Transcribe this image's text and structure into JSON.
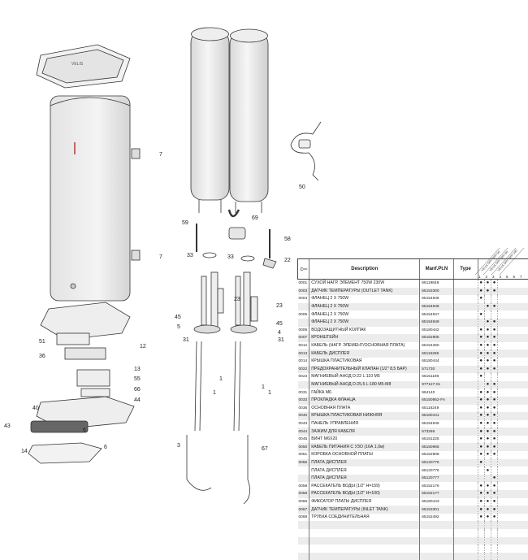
{
  "table": {
    "headers": {
      "key_icon": "key-icon",
      "description": "Description",
      "part_number": "Manf.Pt.N",
      "type": "Type"
    },
    "models": [
      "VELIS DRY WIFI 50",
      "VELIS DRY WIFI 80",
      "VELIS DRY WIFI 100"
    ],
    "model_columns": [
      "1",
      "2",
      "3",
      "4",
      "5",
      "6",
      "7"
    ],
    "rows": [
      {
        "pos": "0001",
        "desc": "СУХОЙ НАГР. ЭЛЕМЕНТ 750W 230W",
        "pn": "65119848",
        "m": [
          1,
          1,
          1
        ]
      },
      {
        "pos": "0003",
        "desc": "ДАТЧИК ТЕМПЕРАТУРЫ (OUTLET TANK)",
        "pn": "65153300",
        "m": [
          1,
          1,
          1
        ]
      },
      {
        "pos": "0004",
        "desc": "ФЛАНЕЦ 2 X 750W",
        "pn": "65154946",
        "m": [
          1,
          0,
          0
        ]
      },
      {
        "pos": "",
        "desc": "ФЛАНЕЦ 2 X 750W",
        "pn": "65154948",
        "m": [
          0,
          1,
          1
        ]
      },
      {
        "pos": "0005",
        "desc": "ФЛАНЕЦ 2 X 750W",
        "pn": "65154947",
        "m": [
          1,
          0,
          0
        ]
      },
      {
        "pos": "",
        "desc": "ФЛАНЕЦ 2 X 750W",
        "pn": "65154949",
        "m": [
          0,
          1,
          1
        ]
      },
      {
        "pos": "0006",
        "desc": "ВОДОЗАЩИТНЫЙ КОЛПАК",
        "pn": "65180442",
        "m": [
          1,
          1,
          1
        ]
      },
      {
        "pos": "0007",
        "desc": "КРОНШТЕЙН",
        "pn": "65152905",
        "m": [
          1,
          1,
          1
        ]
      },
      {
        "pos": "0012",
        "desc": "КАБЕЛЬ (НАГР. ЭЛЕМЕНТ/ОСНОВНАЯ ПЛАТА)",
        "pn": "65154250",
        "m": [
          1,
          1,
          1
        ]
      },
      {
        "pos": "0013",
        "desc": "КАБЕЛЬ ДИСПЛЕЯ",
        "pn": "65115286",
        "m": [
          1,
          1,
          1
        ]
      },
      {
        "pos": "0014",
        "desc": "КРЫШКА ПЛАСТИКОВАЯ",
        "pn": "65180444",
        "m": [
          1,
          1,
          1
        ]
      },
      {
        "pos": "0022",
        "desc": "ПРЕДОХРАНИТЕЛЬНЫЙ КЛАПАН (1/2\" 8,5 БАР)",
        "pn": "571730",
        "m": [
          1,
          1,
          1
        ]
      },
      {
        "pos": "0023",
        "desc": "МАГНИЕВЫЙ АНОД D:22 L:110 M5",
        "pn": "65151186",
        "m": [
          1,
          0,
          0
        ]
      },
      {
        "pos": "",
        "desc": "МАГНИЕВЫЙ АНОД D:25,5 L:180 M5-M8",
        "pn": "977127-01",
        "m": [
          0,
          1,
          1
        ]
      },
      {
        "pos": "0031",
        "desc": "ГАЙКА M6",
        "pn": "994140",
        "m": [
          1,
          1,
          1
        ]
      },
      {
        "pos": "0033",
        "desc": "ПРОКЛАДКА ФЛАНЦА",
        "pn": "65150952-FA",
        "m": [
          1,
          1,
          1
        ]
      },
      {
        "pos": "0036",
        "desc": "ОСНОВНАЯ ПЛАТА",
        "pn": "65116249",
        "m": [
          1,
          1,
          1
        ]
      },
      {
        "pos": "0040",
        "desc": "КРЫШКА ПЛАСТИКОВАЯ НИЖНЯЯ",
        "pn": "65180441",
        "m": [
          1,
          1,
          1
        ]
      },
      {
        "pos": "0043",
        "desc": "ПАНЕЛЬ УПРАВЛЕНИЯ",
        "pn": "65154945",
        "m": [
          1,
          1,
          1
        ]
      },
      {
        "pos": "0044",
        "desc": "ЗАЖИМ ДЛЯ КАБЕЛЯ",
        "pn": "573266",
        "m": [
          1,
          1,
          1
        ]
      },
      {
        "pos": "0045",
        "desc": "ВИНТ M6X20",
        "pn": "65151225",
        "m": [
          1,
          1,
          1
        ]
      },
      {
        "pos": "0050",
        "desc": "КАБЕЛЬ ПИТАНИЯ С УЗО (16А 1,0м)",
        "pn": "65150965",
        "m": [
          1,
          1,
          1
        ]
      },
      {
        "pos": "0051",
        "desc": "КОРОБКА ОСНОВНОЙ ПЛАТЫ",
        "pn": "65152908",
        "m": [
          1,
          1,
          1
        ]
      },
      {
        "pos": "0055",
        "desc": "ПЛАТА ДИСПЛЕЯ",
        "pn": "65120775",
        "m": [
          1,
          0,
          0
        ]
      },
      {
        "pos": "",
        "desc": "ПЛАТА ДИСПЛЕЯ",
        "pn": "65120776",
        "m": [
          0,
          1,
          0
        ]
      },
      {
        "pos": "",
        "desc": "ПЛАТА ДИСПЛЕЯ",
        "pn": "65120777",
        "m": [
          0,
          0,
          1
        ]
      },
      {
        "pos": "0058",
        "desc": "РАССЕКАТЕЛЬ ВОДЫ (1/2\" H=159)",
        "pn": "65152176",
        "m": [
          1,
          1,
          1
        ]
      },
      {
        "pos": "0059",
        "desc": "РАССЕКАТЕЛЬ ВОДЫ (1/2\" H=100)",
        "pn": "65152177",
        "m": [
          1,
          1,
          1
        ]
      },
      {
        "pos": "0066",
        "desc": "ФИКСАТОР ПЛАТЫ ДИСПЛЕЯ",
        "pn": "65180443",
        "m": [
          1,
          1,
          1
        ]
      },
      {
        "pos": "0067",
        "desc": "ДАТЧИК ТЕМПЕРАТУРЫ (INLET TANK)",
        "pn": "65153301",
        "m": [
          1,
          1,
          1
        ]
      },
      {
        "pos": "0069",
        "desc": "ТРУБКА СОЕДИНИТЕЛЬНАЯ",
        "pn": "65152492",
        "m": [
          1,
          1,
          1
        ]
      }
    ],
    "empty_rows": 5,
    "dot": "●"
  },
  "diagram": {
    "brand": "VELIS",
    "callouts": [
      "7",
      "7",
      "50",
      "59",
      "69",
      "58",
      "33",
      "33",
      "22",
      "23",
      "23",
      "45",
      "45",
      "5",
      "4",
      "31",
      "31",
      "51",
      "12",
      "36",
      "13",
      "55",
      "66",
      "44",
      "40",
      "6",
      "43",
      "14",
      "6",
      "1",
      "1",
      "1",
      "1",
      "3",
      "67"
    ]
  }
}
